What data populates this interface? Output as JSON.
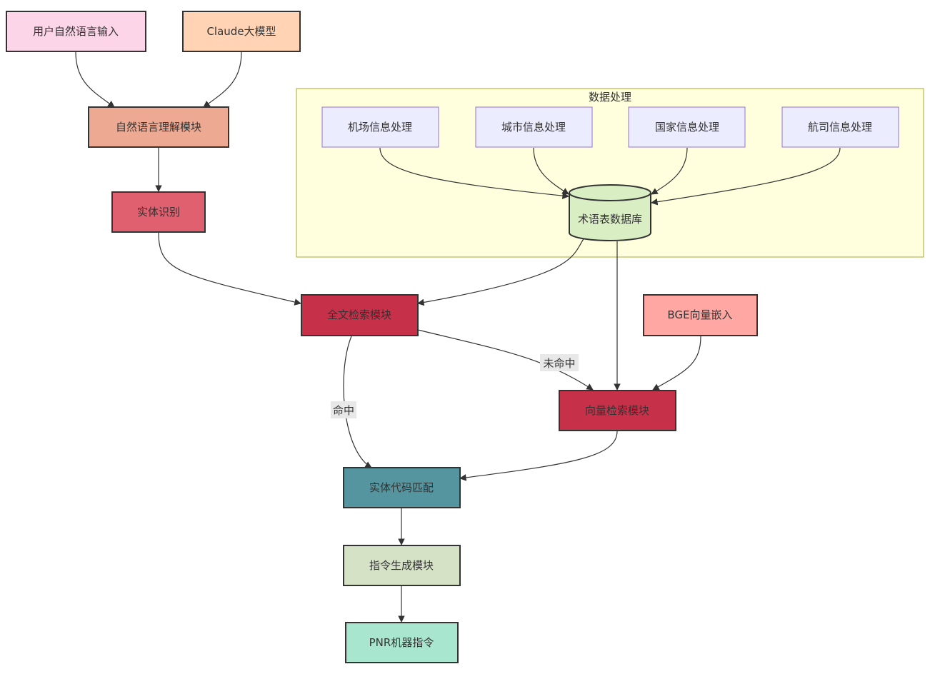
{
  "cluster": {
    "title": "数据处理",
    "fill": "#ffffde",
    "stroke": "#aaaa33"
  },
  "nodes": {
    "user_input": {
      "label": "用户自然语言输入",
      "fill": "#fcd5e8",
      "stroke": "#333333"
    },
    "claude": {
      "label": "Claude大模型",
      "fill": "#ffd3b3",
      "stroke": "#333333"
    },
    "nlu": {
      "label": "自然语言理解模块",
      "fill": "#eda992",
      "stroke": "#333333"
    },
    "ner": {
      "label": "实体识别",
      "fill": "#e0606f",
      "stroke": "#333333"
    },
    "airport": {
      "label": "机场信息处理",
      "fill": "#ececff",
      "stroke": "#9370db"
    },
    "city": {
      "label": "城市信息处理",
      "fill": "#ececff",
      "stroke": "#9370db"
    },
    "country": {
      "label": "国家信息处理",
      "fill": "#ececff",
      "stroke": "#9370db"
    },
    "airline": {
      "label": "航司信息处理",
      "fill": "#ececff",
      "stroke": "#9370db"
    },
    "termdb": {
      "label": "术语表数据库",
      "fill": "#d9eec2",
      "stroke": "#333333"
    },
    "fulltext": {
      "label": "全文检索模块",
      "fill": "#c73049",
      "stroke": "#333333"
    },
    "bge": {
      "label": "BGE向量嵌入",
      "fill": "#ffa7a3",
      "stroke": "#333333"
    },
    "vector": {
      "label": "向量检索模块",
      "fill": "#c73049",
      "stroke": "#333333"
    },
    "match": {
      "label": "实体代码匹配",
      "fill": "#55959f",
      "stroke": "#333333"
    },
    "cmdgen": {
      "label": "指令生成模块",
      "fill": "#d5e2c6",
      "stroke": "#333333"
    },
    "pnr": {
      "label": "PNR机器指令",
      "fill": "#a8e6cf",
      "stroke": "#333333"
    }
  },
  "edge_labels": {
    "hit": "命中",
    "miss": "未命中"
  }
}
